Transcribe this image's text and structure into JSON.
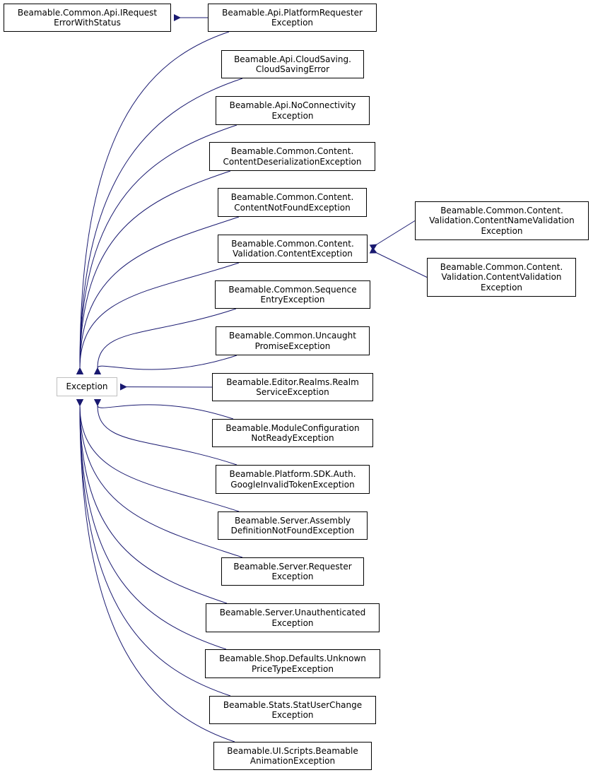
{
  "diagram": {
    "type": "inheritance-graph",
    "edge_color": "#191970",
    "root": {
      "id": "exception",
      "label": "Exception"
    },
    "nodes": [
      {
        "id": "irequest",
        "lines": [
          "Beamable.Common.Api.IRequest",
          "ErrorWithStatus"
        ]
      },
      {
        "id": "platform-requester",
        "lines": [
          "Beamable.Api.PlatformRequester",
          "Exception"
        ]
      },
      {
        "id": "cloud-saving",
        "lines": [
          "Beamable.Api.CloudSaving.",
          "CloudSavingError"
        ]
      },
      {
        "id": "no-connectivity",
        "lines": [
          "Beamable.Api.NoConnectivity",
          "Exception"
        ]
      },
      {
        "id": "content-deserialization",
        "lines": [
          "Beamable.Common.Content.",
          "ContentDeserializationException"
        ]
      },
      {
        "id": "content-not-found",
        "lines": [
          "Beamable.Common.Content.",
          "ContentNotFoundException"
        ]
      },
      {
        "id": "content-exception",
        "lines": [
          "Beamable.Common.Content.",
          "Validation.ContentException"
        ]
      },
      {
        "id": "content-name-validation",
        "lines": [
          "Beamable.Common.Content.",
          "Validation.ContentNameValidation",
          "Exception"
        ]
      },
      {
        "id": "content-validation",
        "lines": [
          "Beamable.Common.Content.",
          "Validation.ContentValidation",
          "Exception"
        ]
      },
      {
        "id": "sequence-entry",
        "lines": [
          "Beamable.Common.Sequence",
          "EntryException"
        ]
      },
      {
        "id": "uncaught-promise",
        "lines": [
          "Beamable.Common.Uncaught",
          "PromiseException"
        ]
      },
      {
        "id": "realm-service",
        "lines": [
          "Beamable.Editor.Realms.Realm",
          "ServiceException"
        ]
      },
      {
        "id": "module-configuration",
        "lines": [
          "Beamable.ModuleConfiguration",
          "NotReadyException"
        ]
      },
      {
        "id": "google-invalid-token",
        "lines": [
          "Beamable.Platform.SDK.Auth.",
          "GoogleInvalidTokenException"
        ]
      },
      {
        "id": "assembly-definition",
        "lines": [
          "Beamable.Server.Assembly",
          "DefinitionNotFoundException"
        ]
      },
      {
        "id": "server-requester",
        "lines": [
          "Beamable.Server.Requester",
          "Exception"
        ]
      },
      {
        "id": "server-unauthenticated",
        "lines": [
          "Beamable.Server.Unauthenticated",
          "Exception"
        ]
      },
      {
        "id": "unknown-price-type",
        "lines": [
          "Beamable.Shop.Defaults.Unknown",
          "PriceTypeException"
        ]
      },
      {
        "id": "stat-user-change",
        "lines": [
          "Beamable.Stats.StatUserChange",
          "Exception"
        ]
      },
      {
        "id": "beamable-animation",
        "lines": [
          "Beamable.UI.Scripts.Beamable",
          "AnimationException"
        ]
      }
    ],
    "edges": [
      {
        "from": "platform-requester",
        "to": "irequest"
      },
      {
        "from": "platform-requester",
        "to": "exception"
      },
      {
        "from": "cloud-saving",
        "to": "exception"
      },
      {
        "from": "no-connectivity",
        "to": "exception"
      },
      {
        "from": "content-deserialization",
        "to": "exception"
      },
      {
        "from": "content-not-found",
        "to": "exception"
      },
      {
        "from": "content-exception",
        "to": "exception"
      },
      {
        "from": "content-name-validation",
        "to": "content-exception"
      },
      {
        "from": "content-validation",
        "to": "content-exception"
      },
      {
        "from": "sequence-entry",
        "to": "exception"
      },
      {
        "from": "uncaught-promise",
        "to": "exception"
      },
      {
        "from": "realm-service",
        "to": "exception"
      },
      {
        "from": "module-configuration",
        "to": "exception"
      },
      {
        "from": "google-invalid-token",
        "to": "exception"
      },
      {
        "from": "assembly-definition",
        "to": "exception"
      },
      {
        "from": "server-requester",
        "to": "exception"
      },
      {
        "from": "server-unauthenticated",
        "to": "exception"
      },
      {
        "from": "unknown-price-type",
        "to": "exception"
      },
      {
        "from": "stat-user-change",
        "to": "exception"
      },
      {
        "from": "beamable-animation",
        "to": "exception"
      }
    ]
  }
}
